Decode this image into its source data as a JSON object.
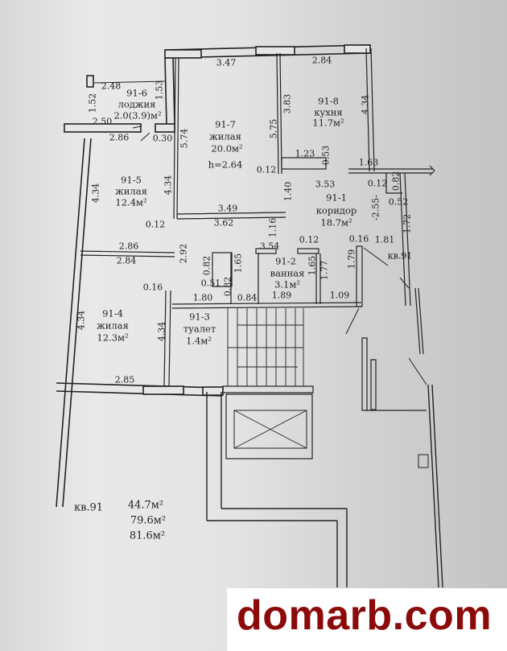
{
  "rooms": {
    "r916": {
      "id": "91-6",
      "name": "лоджия",
      "area": "2.0(3.9)м²"
    },
    "r917": {
      "id": "91-7",
      "name": "жилая",
      "area": "20.0м²",
      "height": "h=2.64"
    },
    "r918": {
      "id": "91-8",
      "name": "кухня",
      "area": "11.7м²"
    },
    "r915": {
      "id": "91-5",
      "name": "жилая",
      "area": "12.4м²"
    },
    "r911": {
      "id": "91-1",
      "name": "коридор",
      "area": "18.7м²"
    },
    "r912": {
      "id": "91-2",
      "name": "ванная",
      "area": "3.1м²"
    },
    "r914": {
      "id": "91-4",
      "name": "жилая",
      "area": "12.3м²"
    },
    "r913": {
      "id": "91-3",
      "name": "туалет",
      "area": "1.4м²"
    }
  },
  "apartment_tag": "кв.91",
  "dims_h": [
    "3.47",
    "2.84",
    "2.48",
    "2.50",
    "2.86",
    "0.30",
    "1.23",
    "1.63",
    "0.12",
    "3.53",
    "0.12",
    "0.52",
    "3.49",
    "3.62",
    "0.12",
    "2.86",
    "2.84",
    "3.54",
    "0.12",
    "0.16",
    "1.81",
    "0.51",
    "0.16",
    "1.80",
    "0.84",
    "1.89",
    "1.09",
    "2.85"
  ],
  "dims_v": [
    "1.52",
    "1.53",
    "5.74",
    "3.83",
    "5.75",
    "4.34",
    "0.53",
    "0.82",
    "4.34",
    "4.34",
    "1.40",
    "-2.55-",
    "1.72",
    "1.16",
    "2.92",
    "0.82",
    "1.65",
    "0.82",
    "1.65",
    "1.77",
    "1.79",
    "4.34",
    "4.34"
  ],
  "summary": {
    "label": "кв.91",
    "living_area": "44.7м²",
    "total_area": "79.6м²",
    "total_with_loggia": "81.6м²"
  },
  "watermark": "domarb.com"
}
